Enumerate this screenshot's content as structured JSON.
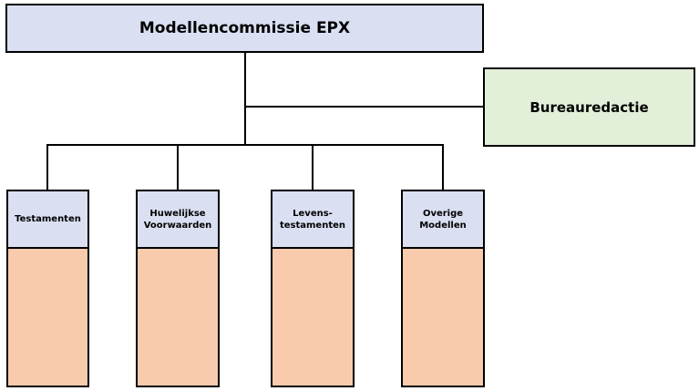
{
  "diagram": {
    "top": {
      "label": "Modellencommissie EPX"
    },
    "side": {
      "label": "Bureauredactie"
    },
    "columns": [
      {
        "label": "Testamenten"
      },
      {
        "label": "Huwelijkse\nVoorwaarden"
      },
      {
        "label": "Levens-\ntestamenten"
      },
      {
        "label": "Overige\nModellen"
      }
    ]
  },
  "colors": {
    "header_fill": "#dae0f2",
    "side_fill": "#e2efd9",
    "column_body_fill": "#f8cbad",
    "stroke": "#000000"
  }
}
